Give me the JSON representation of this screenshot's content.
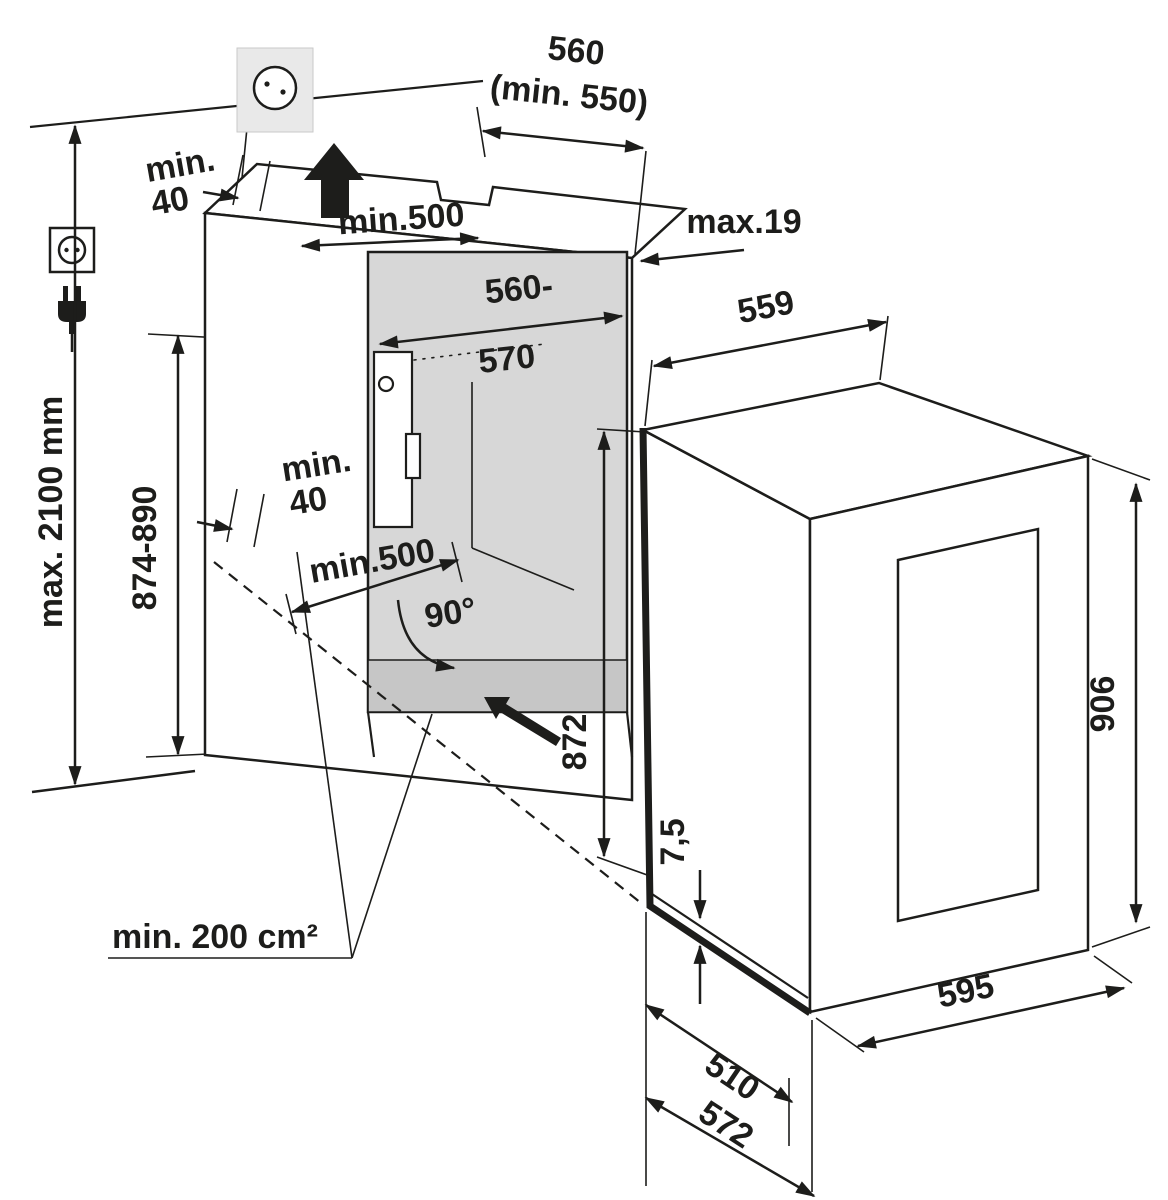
{
  "diagram": {
    "type": "built-in appliance niche installation drawing",
    "labels": {
      "niche_width": "560",
      "niche_width_min": "(min. 550)",
      "top_rear_gap_line1": "min.",
      "top_rear_gap_line2": "40",
      "top_clearance_depth": "min.500",
      "furniture_panel_thickness": "max.19",
      "inner_width_line1": "560-",
      "inner_width_line2": "570",
      "appliance_width": "559",
      "max_ceiling_height": "max. 2100 mm",
      "niche_height": "874-890",
      "floor_rear_gap_line1": "min.",
      "floor_rear_gap_line2": "40",
      "floor_clearance_depth": "min.500",
      "door_opening_angle": "90°",
      "appliance_height": "872",
      "bottom_gap": "7,5",
      "door_height": "906",
      "ventilation_area": "min. 200 cm²",
      "depth_without_door": "510",
      "depth_with_door": "572",
      "door_width": "595"
    },
    "colors": {
      "line": "#1d1d1b",
      "niche_interior_fill": "#d7d7d7",
      "vent_strip_fill": "#c6c6c6",
      "socket_plate_fill": "#e9e9e9",
      "background": "#ffffff"
    },
    "icons": {
      "wall_socket": "wall-socket-icon",
      "power_socket": "power-socket-icon",
      "power_plug": "power-plug-icon",
      "airflow_arrow": "airflow-up-arrow-icon",
      "insertion_arrow": "insertion-direction-arrow-icon"
    }
  }
}
